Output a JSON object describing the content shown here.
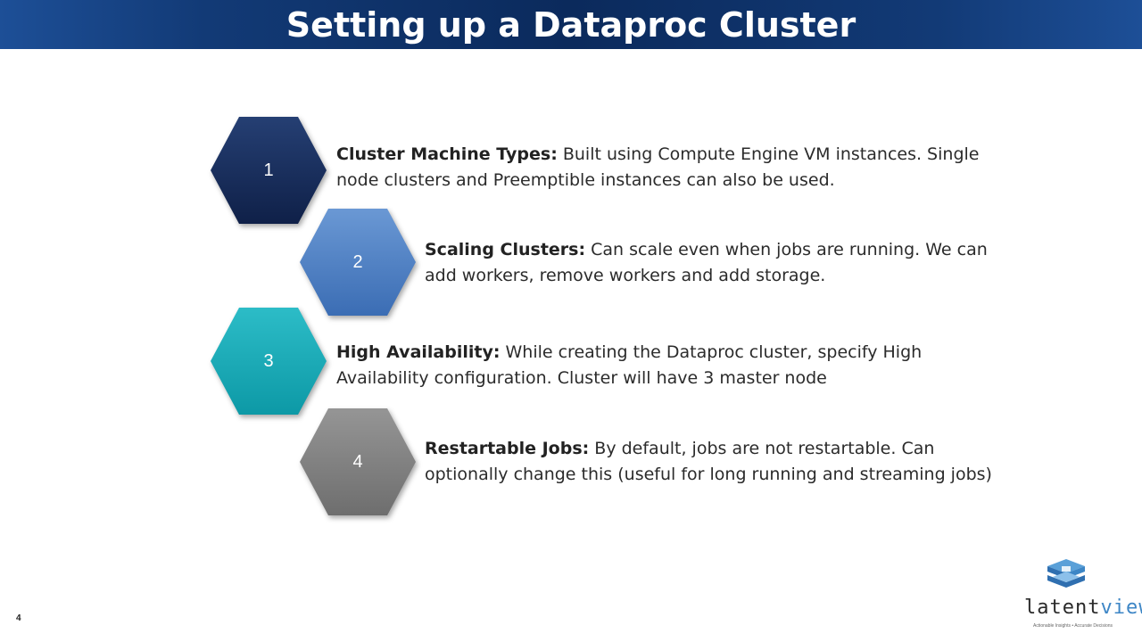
{
  "slide": {
    "title": "Setting up a Dataproc Cluster",
    "page_number": "4"
  },
  "colors": {
    "title_bar": "#0b2a5c",
    "hex_1": "#142a55",
    "hex_2": "#4b7ec2",
    "hex_3": "#14a6b3",
    "hex_4": "#7d7d7d",
    "logo_accent": "#3d86c6"
  },
  "items": [
    {
      "number": "1",
      "heading": "Cluster Machine Types:",
      "line1": " Built using Compute Engine VM instances. Single",
      "line2": "node clusters and Preemptible instances can also be used."
    },
    {
      "number": "2",
      "heading": "Scaling Clusters:",
      "line1": " Can scale even when jobs are running. We can",
      "line2": "add workers, remove workers and add storage."
    },
    {
      "number": "3",
      "heading": "High Availability:",
      "line1": " While creating the Dataproc cluster, specify High",
      "line2": "Availability configuration. Cluster will have 3 master node"
    },
    {
      "number": "4",
      "heading": "Restartable Jobs:",
      "line1": " By default, jobs are not restartable. Can",
      "line2": "optionally change this (useful for long running and streaming jobs)"
    }
  ],
  "logo": {
    "word_part1": "latent",
    "word_part2": "view",
    "tagline": "Actionable Insights • Accurate Decisions",
    "icon": "stacked-boxes-logo-icon"
  }
}
